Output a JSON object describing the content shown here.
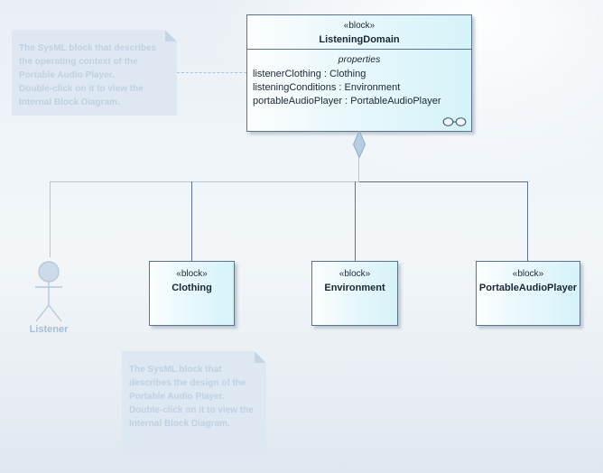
{
  "diagram": {
    "listening_domain": {
      "stereotype": "«block»",
      "name": "ListeningDomain",
      "compartment_label": "properties",
      "properties": [
        "listenerClothing : Clothing",
        "listeningConditions : Environment",
        "portableAudioPlayer : PortableAudioPlayer"
      ]
    },
    "child_blocks": [
      {
        "stereotype": "«block»",
        "name": "Clothing"
      },
      {
        "stereotype": "«block»",
        "name": "Environment"
      },
      {
        "stereotype": "«block»",
        "name": "PortableAudioPlayer"
      }
    ],
    "actor": {
      "label": "Listener"
    },
    "notes": [
      {
        "text": "The SysML block that describes\nthe operating context of the\nPortable Audio Player.\nDouble-click on it to view the\nInternal Block Diagram."
      },
      {
        "text": "The SysML block that\ndescribes the design of the\nPortable Audio Player.\nDouble-click on it to view the\nInternal Block Diagram."
      }
    ],
    "colors": {
      "block_border": "#5d7389",
      "block_fill_start": "#fdfeff",
      "block_fill_end": "#d5f3fa",
      "connector_dark": "#5d7389",
      "connector_faded": "#b3c9db",
      "diamond_fill": "#b7cee2",
      "note_fill": "#dde8f2",
      "note_text": "#c0d1e2",
      "actor_color": "#b5c8da"
    }
  }
}
